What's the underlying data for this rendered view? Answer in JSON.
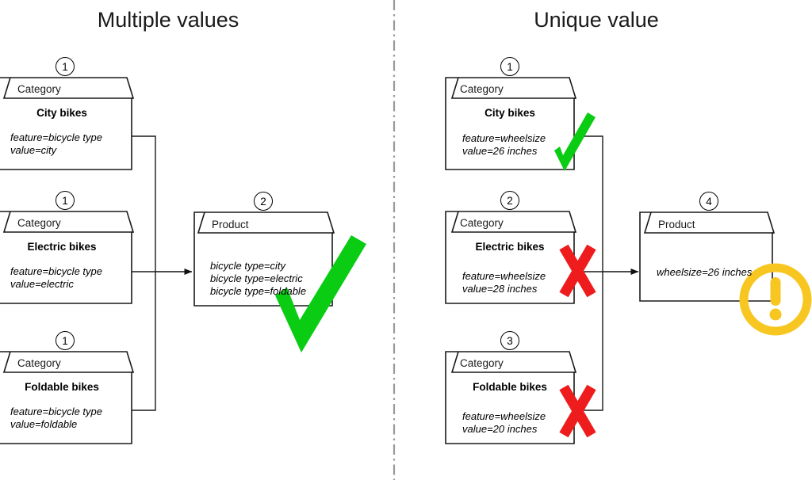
{
  "panels": {
    "left": {
      "title": "Multiple values"
    },
    "right": {
      "title": "Unique value"
    }
  },
  "colors": {
    "stroke": "#1a1a1a",
    "divider": "#9a9a9a",
    "check_green": "#0ACC13",
    "cross_red": "#EE1C1C",
    "warning_yellow": "#F8C621",
    "background": "#ffffff"
  },
  "left_panel": {
    "categories": [
      {
        "badge": "1",
        "tab_label": "Category",
        "title": "City bikes",
        "line1": "feature=bicycle type",
        "line2": "value=city"
      },
      {
        "badge": "1",
        "tab_label": "Category",
        "title": "Electric bikes",
        "line1": "feature=bicycle type",
        "line2": "value=electric"
      },
      {
        "badge": "1",
        "tab_label": "Category",
        "title": "Foldable bikes",
        "line1": "feature=bicycle type",
        "line2": "value=foldable"
      }
    ],
    "product": {
      "badge": "2",
      "tab_label": "Product",
      "line1": "bicycle type=city",
      "line2": "bicycle type=electric",
      "line3": "bicycle type=foldable"
    },
    "verdict": "check-mark"
  },
  "right_panel": {
    "categories": [
      {
        "badge": "1",
        "tab_label": "Category",
        "title": "City bikes",
        "line1": "feature=wheelsize",
        "line2": "value=26 inches",
        "mark": "check-mark"
      },
      {
        "badge": "2",
        "tab_label": "Category",
        "title": "Electric bikes",
        "line1": "feature=wheelsize",
        "line2": "value=28 inches",
        "mark": "cross-mark"
      },
      {
        "badge": "3",
        "tab_label": "Category",
        "title": "Foldable bikes",
        "line1": "feature=wheelsize",
        "line2": "value=20 inches",
        "mark": "cross-mark"
      }
    ],
    "product": {
      "badge": "4",
      "tab_label": "Product",
      "line1": "wheelsize=26 inches"
    },
    "verdict": "warning-icon"
  }
}
